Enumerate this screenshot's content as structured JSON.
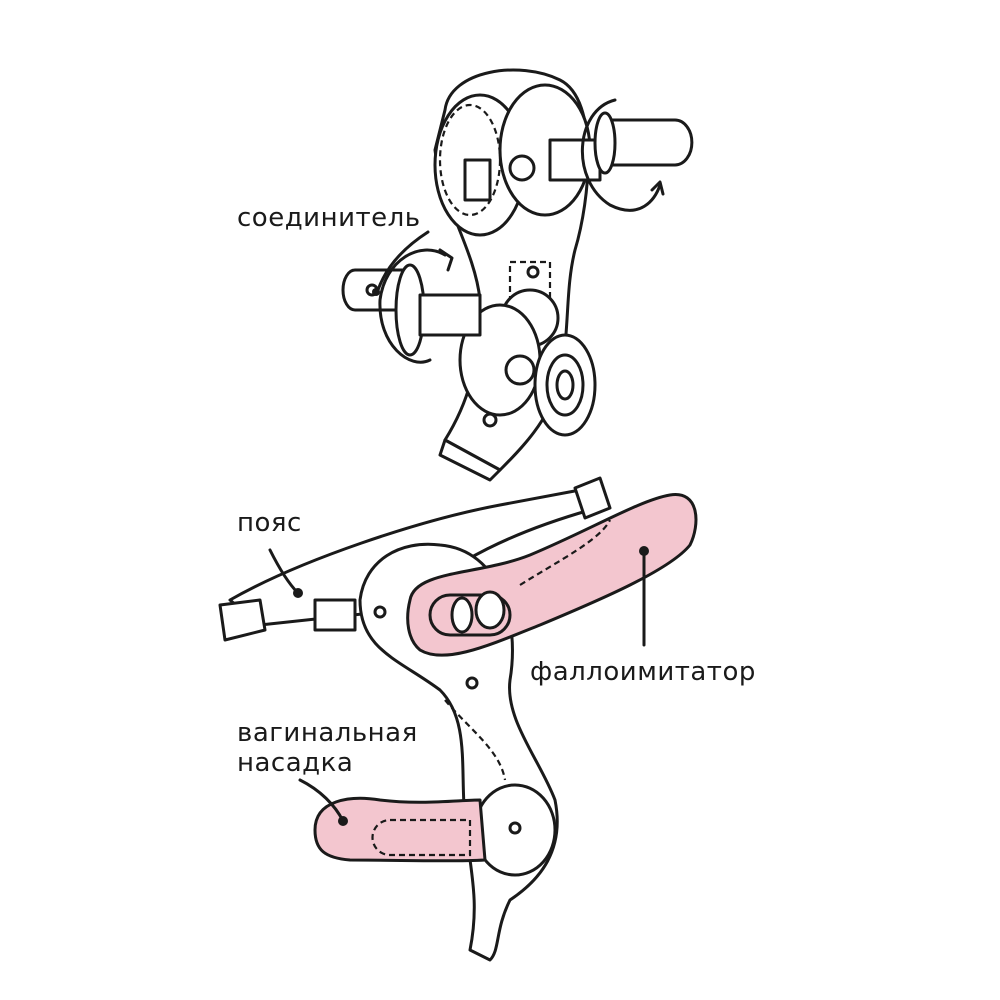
{
  "labels": {
    "connector": "соединитель",
    "belt": "пояс",
    "main_attachment": "фаллоимитатор",
    "vaginal_attachment_line1": "вагинальная",
    "vaginal_attachment_line2": "насадка"
  },
  "colors": {
    "attachment_fill": "#f3c6cf",
    "outline": "#1a1a1a"
  }
}
